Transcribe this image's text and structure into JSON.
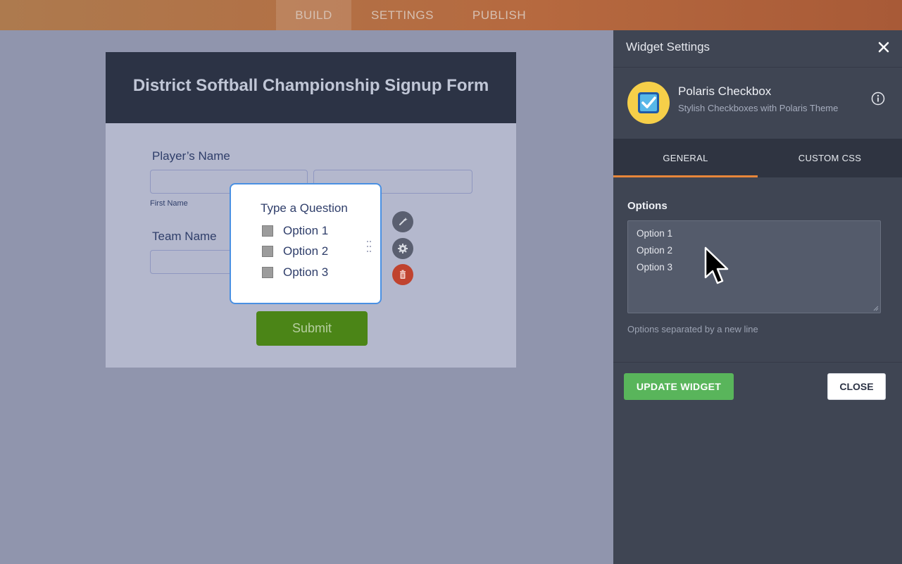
{
  "topbar": {
    "tabs": [
      {
        "label": "BUILD",
        "active": true
      },
      {
        "label": "SETTINGS",
        "active": false
      },
      {
        "label": "PUBLISH",
        "active": false
      }
    ]
  },
  "form": {
    "title": "District Softball Championship Signup Form",
    "players_name_label": "Player’s Name",
    "first_name_sublabel": "First Name",
    "team_name_label": "Team Name",
    "submit_label": "Submit"
  },
  "widget_preview": {
    "question": "Type a Question",
    "options": [
      "Option 1",
      "Option 2",
      "Option 3"
    ],
    "action_icons": [
      "magic-wand-icon",
      "gear-icon",
      "trash-icon"
    ]
  },
  "panel": {
    "title": "Widget Settings",
    "widget_name": "Polaris Checkbox",
    "widget_description": "Stylish Checkboxes with Polaris Theme",
    "tabs": [
      {
        "label": "GENERAL",
        "active": true
      },
      {
        "label": "CUSTOM CSS",
        "active": false
      }
    ],
    "options_label": "Options",
    "options_values": [
      "Option 1",
      "Option 2",
      "Option 3"
    ],
    "options_hint": "Options separated by a new line",
    "update_button": "UPDATE WIDGET",
    "close_button": "CLOSE"
  },
  "colors": {
    "accent_orange": "#e8863a",
    "update_green": "#59b55b",
    "submit_green": "#4b8517",
    "delete_red": "#c0432f",
    "header_dark": "#2c3345"
  }
}
